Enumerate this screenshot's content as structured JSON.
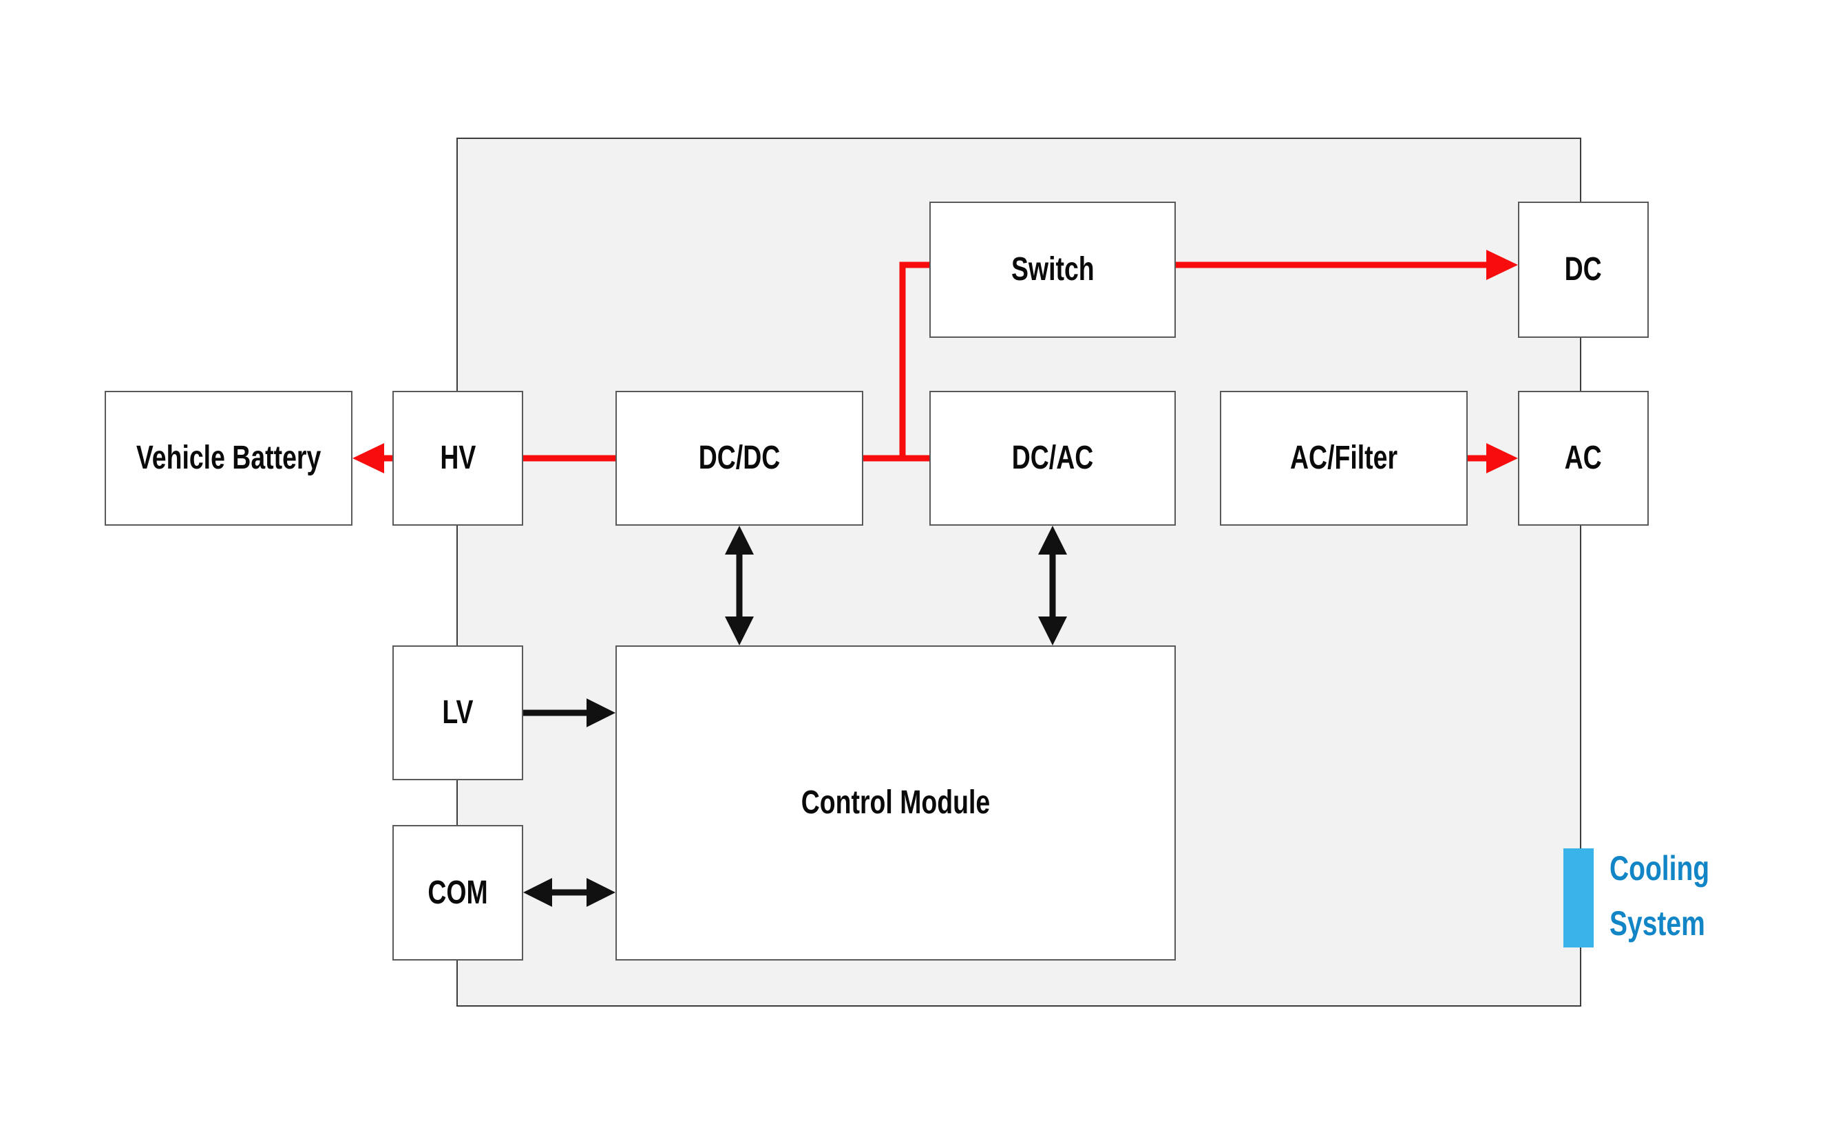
{
  "diagram": {
    "type": "block-diagram",
    "colors": {
      "background": "#ffffff",
      "enclosure_fill": "#f2f2f2",
      "enclosure_border": "#3c3c3c",
      "box_border": "#595959",
      "label_text": "#0a0a0a",
      "power_line_red": "#f70d0d",
      "signal_line_black": "#111111",
      "cooling_indicator_fill": "#3ab4e8",
      "cooling_label_text": "#1185c6"
    },
    "labels": {
      "vehicle_battery": "Vehicle Battery",
      "hv": "HV",
      "dcdc": "DC/DC",
      "switch": "Switch",
      "dcac": "DC/AC",
      "acfilter": "AC/Filter",
      "dc": "DC",
      "ac": "AC",
      "lv": "LV",
      "com": "COM",
      "control_module": "Control Module"
    },
    "cooling": {
      "line1": "Cooling",
      "line2": "System"
    },
    "connections": [
      "HV -> Vehicle Battery (red power arrow, leftward)",
      "DC/DC - DC/AC red power bus with upward branch to Switch",
      "Switch -> DC (red power arrow, rightward)",
      "AC/Filter -> AC (red power arrow, rightward)",
      "DC/DC <-> Control Module (black double arrow)",
      "DC/AC <-> Control Module (black double arrow)",
      "LV -> Control Module (black arrow)",
      "COM <-> Control Module (black double arrow)"
    ]
  }
}
